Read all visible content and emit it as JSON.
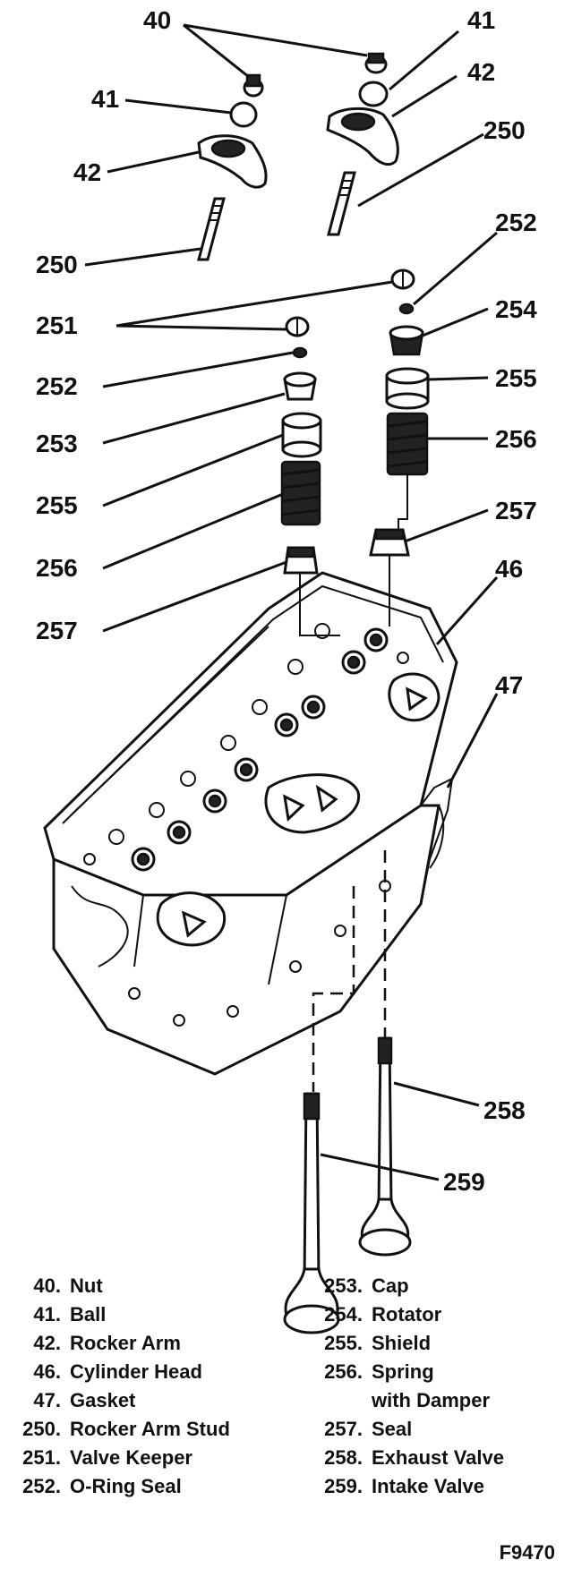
{
  "callouts": {
    "c40": "40",
    "c41_left": "41",
    "c41_right": "41",
    "c42_left": "42",
    "c42_right": "42",
    "c250_left": "250",
    "c250_right": "250",
    "c251": "251",
    "c252_left": "252",
    "c252_right": "252",
    "c253": "253",
    "c254": "254",
    "c255_left": "255",
    "c255_right": "255",
    "c256_left": "256",
    "c256_right": "256",
    "c257_left": "257",
    "c257_right": "257",
    "c46": "46",
    "c47": "47",
    "c258": "258",
    "c259": "259"
  },
  "legend": {
    "left": [
      {
        "num": "40.",
        "label": "Nut"
      },
      {
        "num": "41.",
        "label": "Ball"
      },
      {
        "num": "42.",
        "label": "Rocker Arm"
      },
      {
        "num": "46.",
        "label": "Cylinder Head"
      },
      {
        "num": "47.",
        "label": "Gasket"
      },
      {
        "num": "250.",
        "label": "Rocker Arm Stud"
      },
      {
        "num": "251.",
        "label": "Valve Keeper"
      },
      {
        "num": "252.",
        "label": "O-Ring Seal"
      }
    ],
    "right": [
      {
        "num": "253.",
        "label": "Cap"
      },
      {
        "num": "254.",
        "label": "Rotator"
      },
      {
        "num": "255.",
        "label": "Shield"
      },
      {
        "num": "256.",
        "label": "Spring"
      },
      {
        "num": "",
        "label": "with Damper"
      },
      {
        "num": "257.",
        "label": "Seal"
      },
      {
        "num": "258.",
        "label": "Exhaust Valve"
      },
      {
        "num": "259.",
        "label": "Intake Valve"
      }
    ]
  },
  "figure_number": "F9470"
}
